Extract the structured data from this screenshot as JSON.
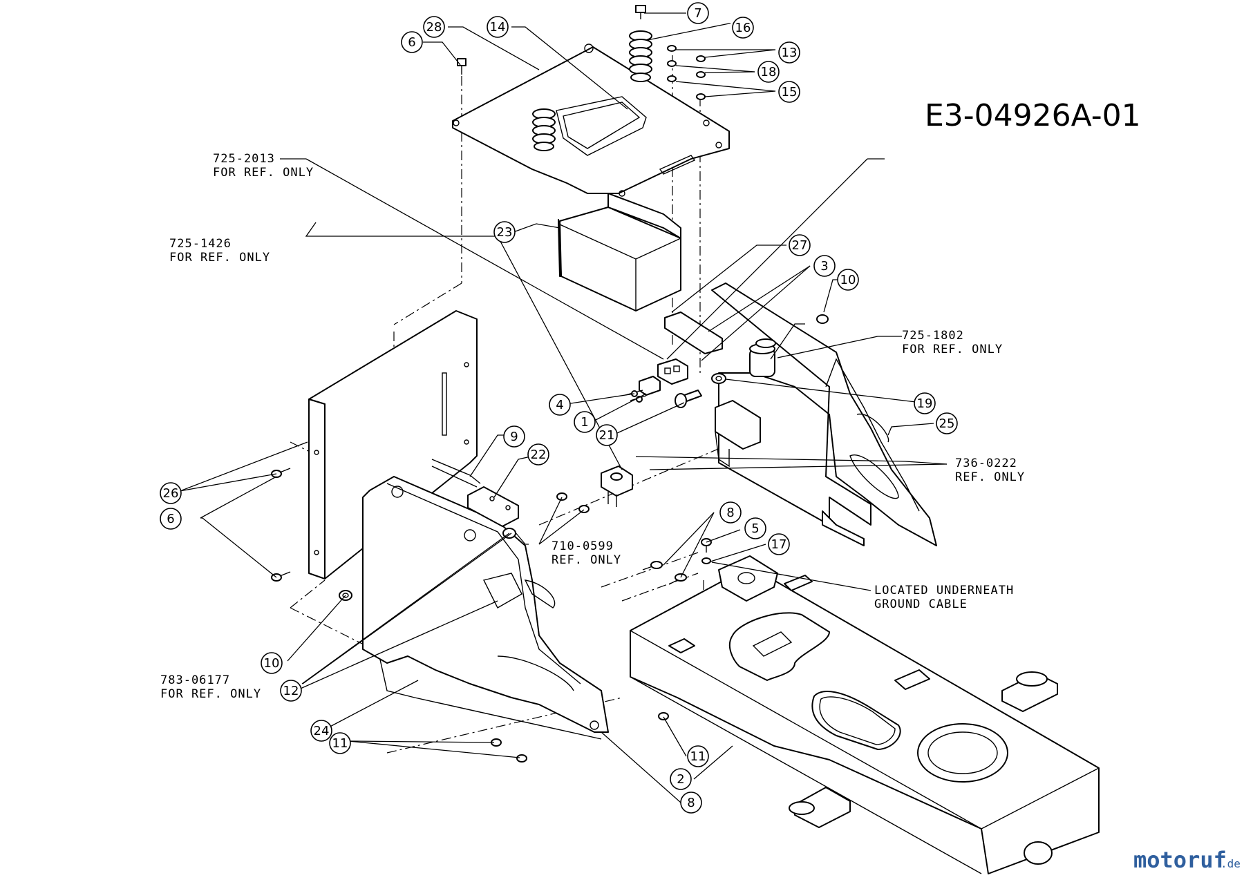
{
  "drawing_id": "E3-04926A-01",
  "watermark": {
    "brand": "motoruf",
    "tld": ".de",
    "brand_color": "#2f5f9e",
    "accent_color": "#e07a1f"
  },
  "callouts": [
    {
      "id": "c7",
      "label": "7"
    },
    {
      "id": "c16",
      "label": "16"
    },
    {
      "id": "c13",
      "label": "13"
    },
    {
      "id": "c18",
      "label": "18"
    },
    {
      "id": "c15",
      "label": "15"
    },
    {
      "id": "c28",
      "label": "28"
    },
    {
      "id": "c14",
      "label": "14"
    },
    {
      "id": "c6a",
      "label": "6"
    },
    {
      "id": "c23",
      "label": "23"
    },
    {
      "id": "c27",
      "label": "27"
    },
    {
      "id": "c3",
      "label": "3"
    },
    {
      "id": "c10a",
      "label": "10"
    },
    {
      "id": "c4",
      "label": "4"
    },
    {
      "id": "c1",
      "label": "1"
    },
    {
      "id": "c21",
      "label": "21"
    },
    {
      "id": "c19",
      "label": "19"
    },
    {
      "id": "c25",
      "label": "25"
    },
    {
      "id": "c9",
      "label": "9"
    },
    {
      "id": "c22",
      "label": "22"
    },
    {
      "id": "c26",
      "label": "26"
    },
    {
      "id": "c6b",
      "label": "6"
    },
    {
      "id": "c8a",
      "label": "8"
    },
    {
      "id": "c5",
      "label": "5"
    },
    {
      "id": "c17",
      "label": "17"
    },
    {
      "id": "c10b",
      "label": "10"
    },
    {
      "id": "c12",
      "label": "12"
    },
    {
      "id": "c24",
      "label": "24"
    },
    {
      "id": "c11a",
      "label": "11"
    },
    {
      "id": "c11b",
      "label": "11"
    },
    {
      "id": "c2",
      "label": "2"
    },
    {
      "id": "c8b",
      "label": "8"
    }
  ],
  "ref_labels": [
    {
      "id": "r7252013",
      "line1": "725-2013",
      "line2": "FOR REF. ONLY"
    },
    {
      "id": "r7251426",
      "line1": "725-1426",
      "line2": "FOR REF. ONLY"
    },
    {
      "id": "r7251802",
      "line1": "725-1802",
      "line2": "FOR REF. ONLY"
    },
    {
      "id": "r7360222",
      "line1": "736-0222",
      "line2": "REF. ONLY"
    },
    {
      "id": "r7100599",
      "line1": "710-0599",
      "line2": "REF. ONLY"
    },
    {
      "id": "rground",
      "line1": "LOCATED UNDERNEATH",
      "line2": "GROUND CABLE"
    },
    {
      "id": "r78306177",
      "line1": "783-06177",
      "line2": "FOR REF. ONLY"
    }
  ]
}
